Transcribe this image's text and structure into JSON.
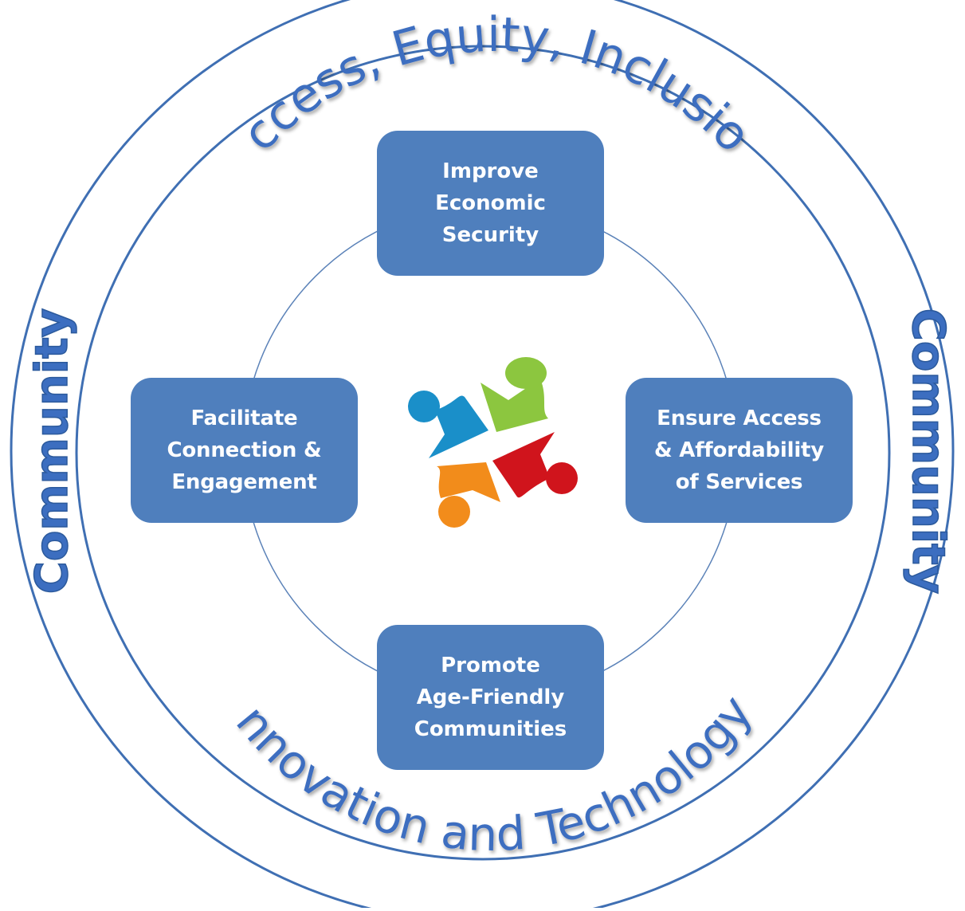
{
  "ring": {
    "top_text": "Access, Equity, Inclusion",
    "bottom_text": "Innovation and Technology",
    "left_text": "Community",
    "right_text": "Community"
  },
  "pillars": {
    "top": [
      "Improve",
      "Economic",
      "Security"
    ],
    "left": [
      "Facilitate",
      "Connection &",
      "Engagement"
    ],
    "right": [
      "Ensure Access",
      "& Affordability",
      "of Services"
    ],
    "bottom": [
      "Promote",
      "Age-Friendly",
      "Communities"
    ]
  },
  "logo": {
    "icon": "community-people-logo",
    "colors": {
      "blue": "#1a8fc9",
      "green": "#8cc63f",
      "red": "#d0141c",
      "orange": "#f28c1b"
    }
  },
  "colors": {
    "box_fill": "#4f7fbd",
    "ring_text": "#3c6ec0",
    "ring_stroke": "#3f6fb3",
    "inner_circle": "#5b82b8"
  }
}
